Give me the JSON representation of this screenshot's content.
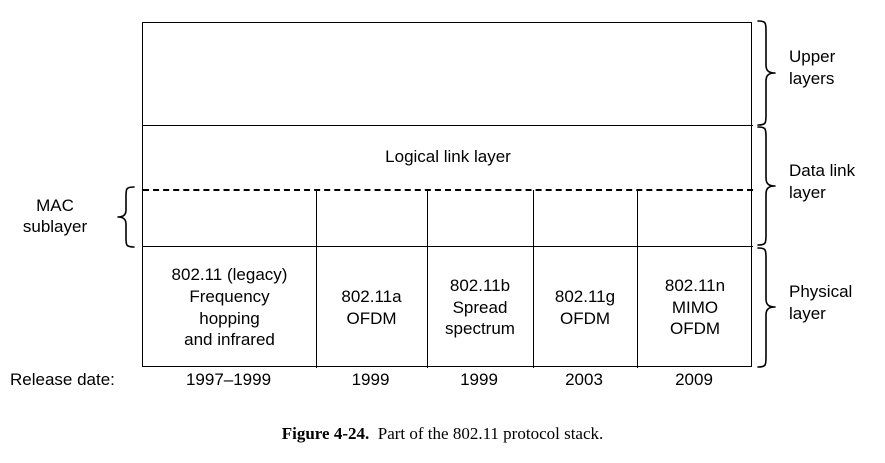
{
  "figure": {
    "caption_number": "Figure 4-24.",
    "caption_text": "Part of the 802.11 protocol stack.",
    "line_color": "#000000",
    "text_color": "#000000",
    "background": "#ffffff"
  },
  "diagram": {
    "upper_row": {
      "label": ""
    },
    "llc_row": {
      "label": "Logical link layer"
    },
    "mac_row": {
      "label": ""
    },
    "left_annotations": {
      "mac_label": "MAC\nsublayer",
      "release_label": "Release date:"
    },
    "right_annotations": [
      {
        "name": "upper-layers",
        "label": "Upper\nlayers"
      },
      {
        "name": "data-link-layer",
        "label": "Data link\nlayer"
      },
      {
        "name": "physical-layer",
        "label": "Physical\nlayer"
      }
    ],
    "columns": [
      {
        "id": "legacy",
        "physical": "802.11 (legacy)\nFrequency\nhopping\nand infrared",
        "release_date": "1997–1999"
      },
      {
        "id": "80211a",
        "physical": "802.11a\nOFDM",
        "release_date": "1999"
      },
      {
        "id": "80211b",
        "physical": "802.11b\nSpread\nspectrum",
        "release_date": "1999"
      },
      {
        "id": "80211g",
        "physical": "802.11g\nOFDM",
        "release_date": "2003"
      },
      {
        "id": "80211n",
        "physical": "802.11n\nMIMO\nOFDM",
        "release_date": "2009"
      }
    ]
  }
}
